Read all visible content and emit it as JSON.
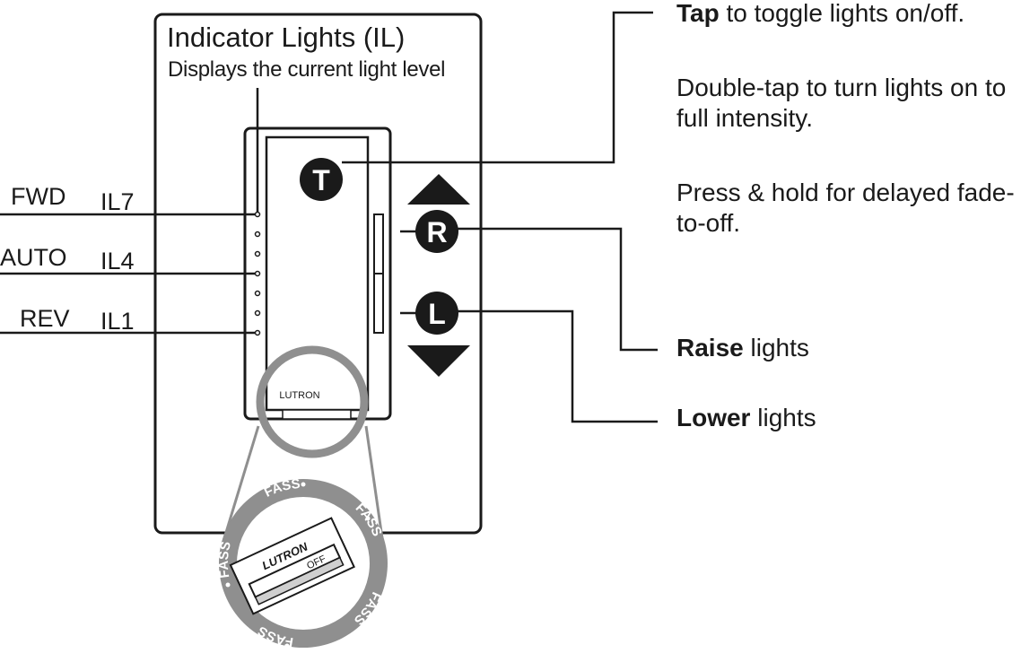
{
  "indicator": {
    "title": "Indicator Lights (IL)",
    "subtitle": "Displays the current light level"
  },
  "levels": [
    {
      "mode": "FWD",
      "il": "IL7"
    },
    {
      "mode": "AUTO",
      "il": "IL4"
    },
    {
      "mode": "REV",
      "il": "IL1"
    }
  ],
  "buttons": {
    "tap": "T",
    "raise": "R",
    "lower": "L"
  },
  "brand": "LUTRON",
  "fass_inset": {
    "ring_label": "FASS",
    "brand": "LUTRON",
    "switch_label": "OFF"
  },
  "instructions": {
    "tap_bold": "Tap",
    "tap_rest": " to toggle lights on/off.",
    "double_tap": "Double-tap to turn lights on to full intensity.",
    "hold": "Press & hold for delayed fade-to-off.",
    "raise_bold": "Raise",
    "raise_rest": " lights",
    "lower_bold": "Lower",
    "lower_rest": " lights"
  }
}
